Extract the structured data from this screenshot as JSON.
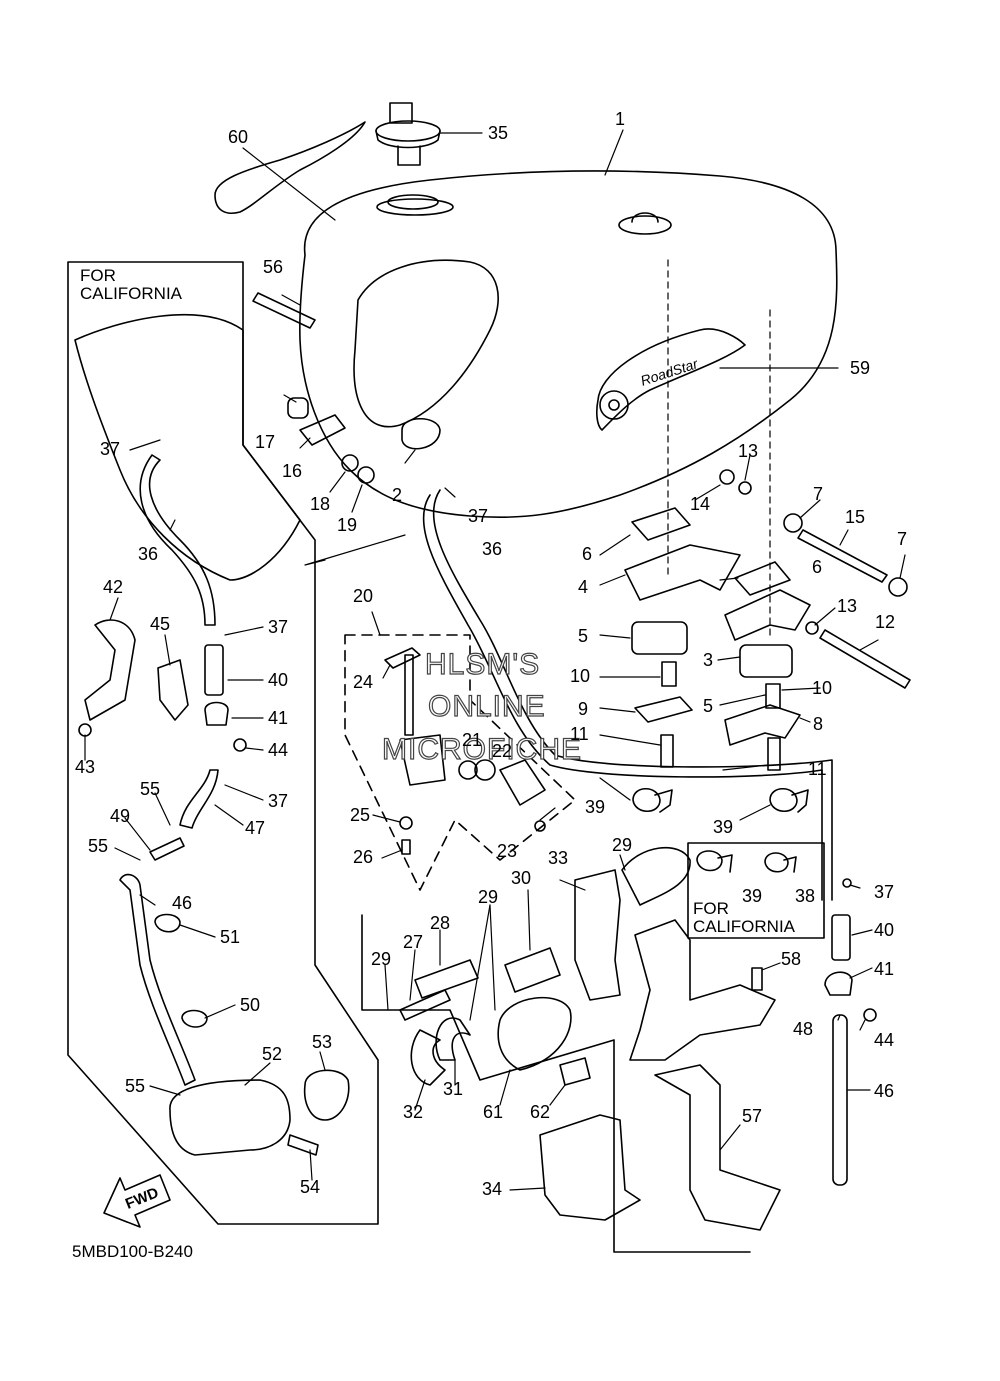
{
  "diagram": {
    "code": "5MBD100-B240",
    "california_box_title": "FOR\nCALIFORNIA",
    "california_inset_title": "FOR\nCALIFORNIA",
    "watermark": [
      "HLSM'S",
      "ONLINE",
      "MICROFICHE"
    ],
    "fwd_label": "FWD",
    "tank_badge": "RoadStar"
  },
  "callouts": {
    "c1": "1",
    "c2": "2",
    "c3": "3",
    "c4": "4",
    "c5a": "5",
    "c5b": "5",
    "c6a": "6",
    "c6b": "6",
    "c7a": "7",
    "c7b": "7",
    "c8": "8",
    "c9": "9",
    "c10a": "10",
    "c10b": "10",
    "c11a": "11",
    "c11b": "11",
    "c12": "12",
    "c13a": "13",
    "c13b": "13",
    "c14": "14",
    "c15": "15",
    "c16": "16",
    "c17": "17",
    "c18": "18",
    "c19": "19",
    "c20": "20",
    "c21": "21",
    "c22": "22",
    "c23": "23",
    "c24": "24",
    "c25": "25",
    "c26": "26",
    "c27": "27",
    "c28": "28",
    "c29a": "29",
    "c29b": "29",
    "c29c": "29",
    "c30": "30",
    "c31": "31",
    "c32": "32",
    "c33": "33",
    "c34": "34",
    "c35": "35",
    "c36a": "36",
    "c36b": "36",
    "c37a": "37",
    "c37b": "37",
    "c37c": "37",
    "c37d": "37",
    "c37e": "37",
    "c38": "38",
    "c39a": "39",
    "c39b": "39",
    "c39c": "39",
    "c40a": "40",
    "c40b": "40",
    "c41a": "41",
    "c41b": "41",
    "c42": "42",
    "c43": "43",
    "c44a": "44",
    "c44b": "44",
    "c45": "45",
    "c46a": "46",
    "c46b": "46",
    "c47": "47",
    "c48": "48",
    "c49": "49",
    "c50": "50",
    "c51": "51",
    "c52": "52",
    "c53": "53",
    "c54": "54",
    "c55a": "55",
    "c55b": "55",
    "c55c": "55",
    "c56": "56",
    "c57": "57",
    "c58": "58",
    "c59": "59",
    "c60": "60",
    "c61": "61",
    "c62": "62"
  }
}
